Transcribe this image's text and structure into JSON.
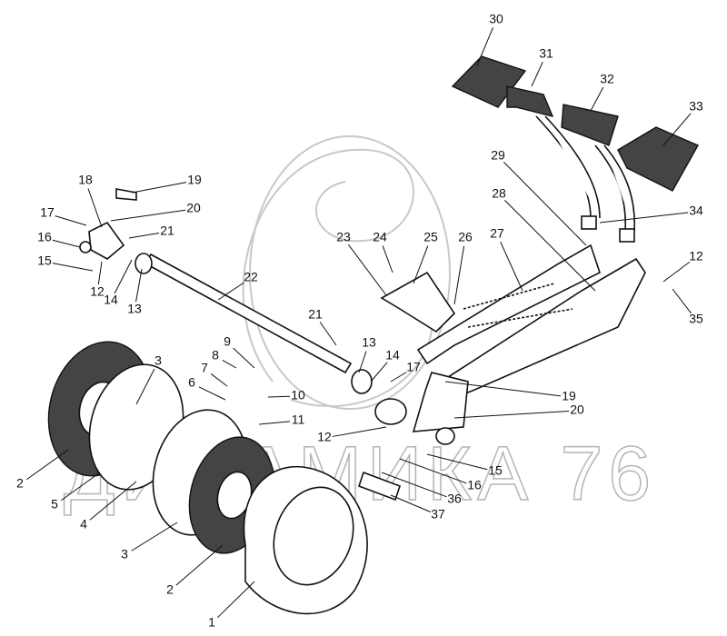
{
  "diagram": {
    "watermark": "ДИНАМИКА 76",
    "callouts": [
      "30",
      "31",
      "32",
      "33",
      "29",
      "28",
      "34",
      "27",
      "26",
      "25",
      "24",
      "23",
      "19",
      "18",
      "20",
      "17",
      "21",
      "16",
      "15",
      "12",
      "14",
      "13",
      "22",
      "12",
      "35",
      "21",
      "9",
      "8",
      "13",
      "14",
      "17",
      "7",
      "6",
      "10",
      "19",
      "3",
      "11",
      "20",
      "12",
      "15",
      "16",
      "36",
      "37",
      "2",
      "5",
      "4",
      "3",
      "2",
      "1"
    ]
  }
}
